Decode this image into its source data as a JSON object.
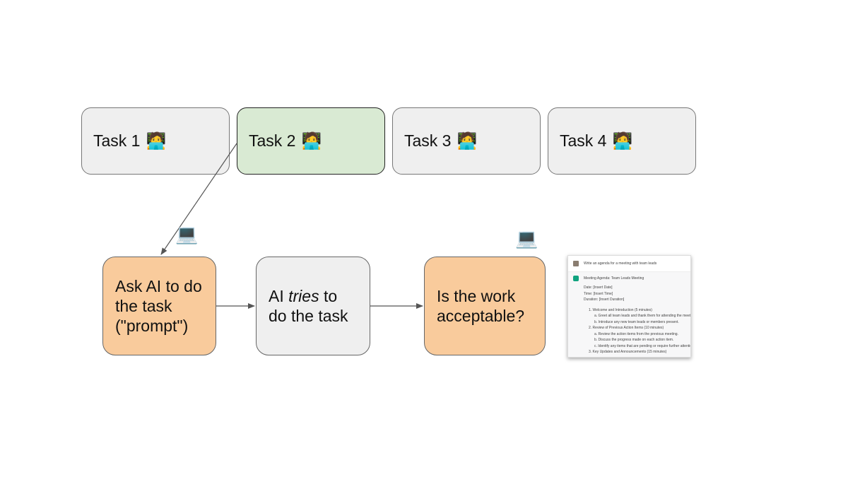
{
  "tasks": [
    {
      "label": "Task 1",
      "emoji": "🧑‍💻"
    },
    {
      "label": "Task 2",
      "emoji": "🧑‍💻"
    },
    {
      "label": "Task 3",
      "emoji": "🧑‍💻"
    },
    {
      "label": "Task 4",
      "emoji": "🧑‍💻"
    }
  ],
  "steps": {
    "prompt": {
      "line1": "Ask AI to do",
      "line2": "the task",
      "line3": "(\"prompt\")"
    },
    "tries": {
      "pre": "AI ",
      "em": "tries",
      "post": " to",
      "line2": "do the task"
    },
    "check": {
      "line1": "Is the work",
      "line2": "acceptable?"
    }
  },
  "laptop_emoji": "💻",
  "colors": {
    "active_task": "#d9ead3",
    "orange_step": "#f9cb9c",
    "grey_step": "#efefef"
  },
  "chat_preview": {
    "prompt": "Write an agenda for a meeting with team leads",
    "title": "Meeting Agenda: Team Leads Meeting",
    "meta": [
      "Date: [Insert Date]",
      "Time: [Insert Time]",
      "Duration: [Insert Duration]"
    ],
    "items": [
      {
        "text": "1.  Welcome and Introduction (5 minutes)",
        "subs": [
          "a. Greet all team leads and thank them for attending the meeting.",
          "b. Introduce any new team leads or members present."
        ]
      },
      {
        "text": "2.  Review of Previous Action Items (10 minutes)",
        "subs": [
          "a. Review the action items from the previous meeting.",
          "b. Discuss the progress made on each action item.",
          "c. Identify any items that are pending or require further attention."
        ]
      },
      {
        "text": "3.  Key Updates and Announcements (15 minutes)",
        "subs": []
      }
    ]
  }
}
